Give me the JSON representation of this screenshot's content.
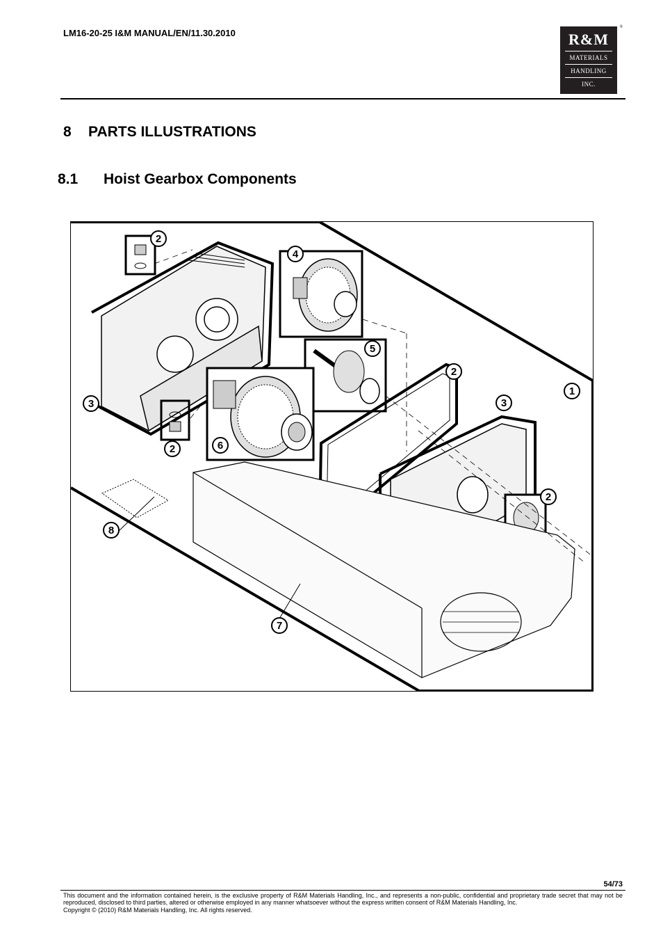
{
  "header": {
    "doc_code": "LM16-20-25 I&M MANUAL/EN/11.30.2010",
    "logo": {
      "main": "R&M",
      "line1": "MATERIALS",
      "line2": "HANDLING",
      "line3": "INC.",
      "registered": "®"
    }
  },
  "section": {
    "number": "8",
    "title": "PARTS ILLUSTRATIONS"
  },
  "subsection": {
    "number": "8.1",
    "title": "Hoist Gearbox Components"
  },
  "figure": {
    "callouts": [
      "1",
      "2",
      "2",
      "2",
      "2",
      "3",
      "3",
      "4",
      "5",
      "6",
      "7",
      "8"
    ]
  },
  "footer": {
    "page": "54/73",
    "disclaimer": "This document and the information contained herein, is the exclusive property of R&M Materials Handling, Inc., and represents a non-public, confidential and proprietary trade secret that may not be reproduced, disclosed to third parties, altered or otherwise employed in any manner whatsoever without the express written consent of R&M Materials Handling, Inc.",
    "copyright": "Copyright © (2010) R&M Materials Handling, Inc.  All rights reserved."
  }
}
